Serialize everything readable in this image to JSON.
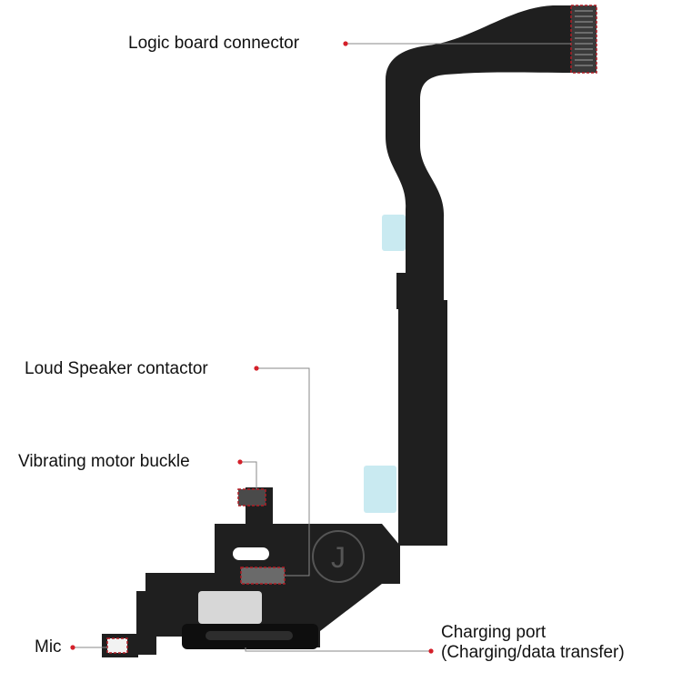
{
  "callouts": {
    "logic_board_connector": "Logic board connector",
    "loud_speaker_contactor": "Loud Speaker contactor",
    "vibrating_motor_buckle": "Vibrating motor buckle",
    "mic": "Mic",
    "charging_port_line1": "Charging port",
    "charging_port_line2": "(Charging/data transfer)"
  },
  "watermark": "J",
  "colors": {
    "cable": "#1f1f1f",
    "leader_line": "#8a8a8a",
    "marker_dot": "#d4202a",
    "highlight_box": "#b01c24",
    "adhesive_tape": "#bfe6ef"
  }
}
